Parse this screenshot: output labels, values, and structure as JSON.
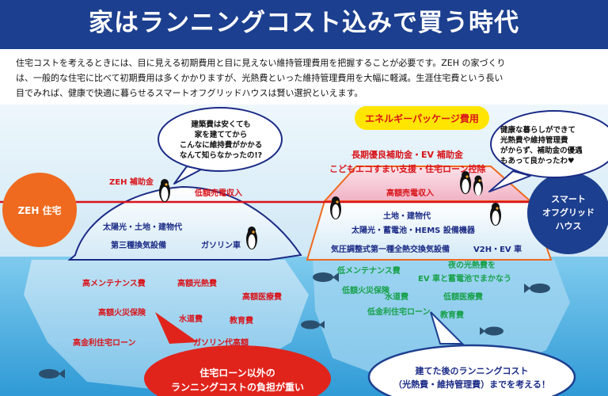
{
  "header": {
    "title": "家はランニングコスト込みで買う時代"
  },
  "intro": {
    "lines": [
      "住宅コストを考えるときには、目に見える初期費用と目に見えない維持管理費用を把握することが必要です。ZEH の家づくり",
      "は、一般的な住宅に比べて初期費用は多くかかりますが、光熱費といった維持管理費用を大幅に軽減。生涯住宅費という長い",
      "目でみれば、健康で快適に暮らせるスマートオフグリッドハウスは賢い選択といえます。"
    ]
  },
  "left_circle": {
    "label": "ZEH 住宅"
  },
  "right_circle": {
    "lines": [
      "スマート",
      "オフグリッド",
      "ハウス"
    ]
  },
  "left_bubble": {
    "lines": [
      "建築費は安くても",
      "家を建ててから",
      "こんなに維持費がかかる",
      "なんて知らなかったの!?"
    ]
  },
  "right_bubble": {
    "lines": [
      "健康な暮らしができて",
      "光熱費や維持管理費",
      "がからず、補助金の優遇",
      "もあって良かったわ♥"
    ]
  },
  "energy_package": {
    "label": "エネルギーパッケージ費用"
  },
  "left_iceberg": {
    "above": [
      "ZEH 補助金",
      "低額売電収入",
      "太陽光・土地・建物代",
      "第三種換気設備",
      "ガソリン車"
    ],
    "below": [
      "高メンテナンス費",
      "高額光熱費",
      "高額医療費",
      "高額火災保険",
      "水道費",
      "教育費",
      "高金利住宅ローン",
      "ガソリン代高額"
    ]
  },
  "right_iceberg": {
    "above": [
      "長期優良補助金・EV 補助金",
      "こどもエコすまい支援・住宅ローン控除",
      "高額売電収入",
      "土地・建物代",
      "太陽光・蓄電池・HEMS 設備機器",
      "気圧調整式第一種全熱交換気設備",
      "V2H・EV 車"
    ],
    "below": [
      "低メンテナンス費",
      "夜の光熱費を",
      "EV 車と蓄電池でまかなう",
      "低額火災保険",
      "水道費",
      "低額医療費",
      "低金利住宅ローン",
      "教育費"
    ]
  },
  "bottom_left": {
    "lines": [
      "住宅ローン以外の",
      "ランニングコストの負担が重い"
    ]
  },
  "bottom_right": {
    "lines": [
      "建てた後のランニングコスト",
      "（光熱費・維持管理費）までを考える！"
    ]
  },
  "colors": {
    "header": "#1c3f8f",
    "sea": "#5bb8e6",
    "sky": "#dbeef8",
    "red_line": "#d9141b",
    "orange": "#ef6a1e",
    "navy": "#1c3f8f",
    "yellow": "#ffe500",
    "pink": "#f3b8c8"
  }
}
